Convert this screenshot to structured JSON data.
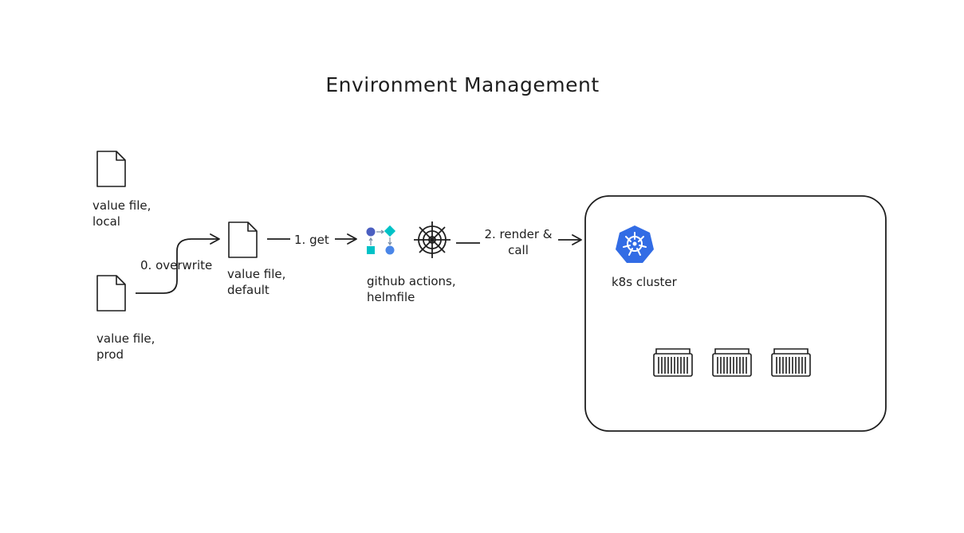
{
  "title": "Environment Management",
  "nodes": {
    "local": "value file,\nlocal",
    "prod": "value file,\nprod",
    "default": "value file,\ndefault",
    "ci": "github actions,\nhelmfile",
    "cluster": "k8s cluster"
  },
  "edges": {
    "overwrite": "0. overwrite",
    "get": "1. get",
    "render": "2. render &\ncall"
  },
  "colors": {
    "stroke": "#1e1e1e",
    "k8s": "#326ce5",
    "actions_blue": "#4b5fc1",
    "actions_teal": "#00c2c7",
    "actions_light": "#4a86e8"
  }
}
